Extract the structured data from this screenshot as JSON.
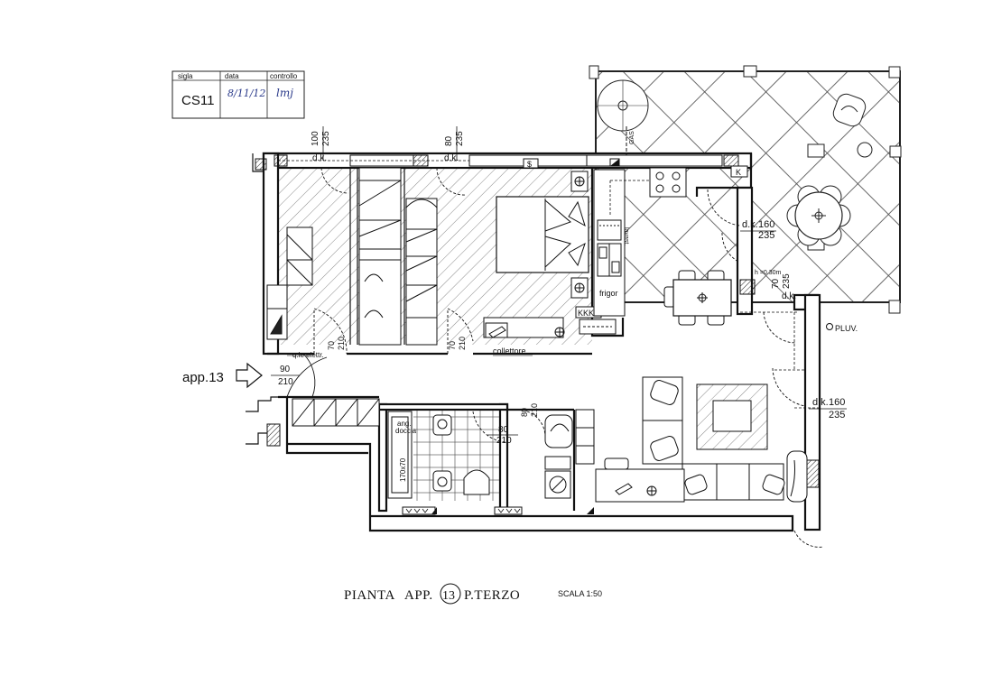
{
  "title_block": {
    "headers": [
      "sigla",
      "data",
      "controllo"
    ],
    "sigla_value": "CS11",
    "data_value": "8/11/12",
    "controllo_value": "lmj"
  },
  "title": {
    "part1": "PIANTA",
    "part2": "APP.",
    "apt_number": "13",
    "part3": "P.TERZO",
    "scale": "SCALA 1:50"
  },
  "entrance": {
    "label": "app.13",
    "door_w": "90",
    "door_h": "210"
  },
  "dimensions": {
    "window_a_w": "100",
    "window_a_h": "235",
    "window_b_w": "80",
    "window_b_h": "235",
    "door_kitchen_w": "160",
    "door_kitchen_h": "235",
    "door_terrace_w": "70",
    "door_terrace_h": "235",
    "door_living_w": "160",
    "door_living_h": "235",
    "door_wc_w": "70",
    "door_wc_h": "210",
    "door_bed_w": "70",
    "door_bed_h": "210",
    "door_bath_w": "80",
    "door_bath_h": "210",
    "door_bath2_w": "80",
    "door_bath2_h": "210",
    "height_note": "h =0.30m"
  },
  "labels": {
    "dk": "d.k.",
    "gas": "GAS",
    "lavast": "lavast.",
    "frigor": "frigor",
    "collettore": "collettore",
    "q_elettr": "q.le elettr.",
    "pluv": "PLUV.",
    "ang_doccia_1": "ang.",
    "ang_doccia_2": "doccia",
    "vasca": "170x70",
    "valves": "KKK",
    "k": "K"
  }
}
